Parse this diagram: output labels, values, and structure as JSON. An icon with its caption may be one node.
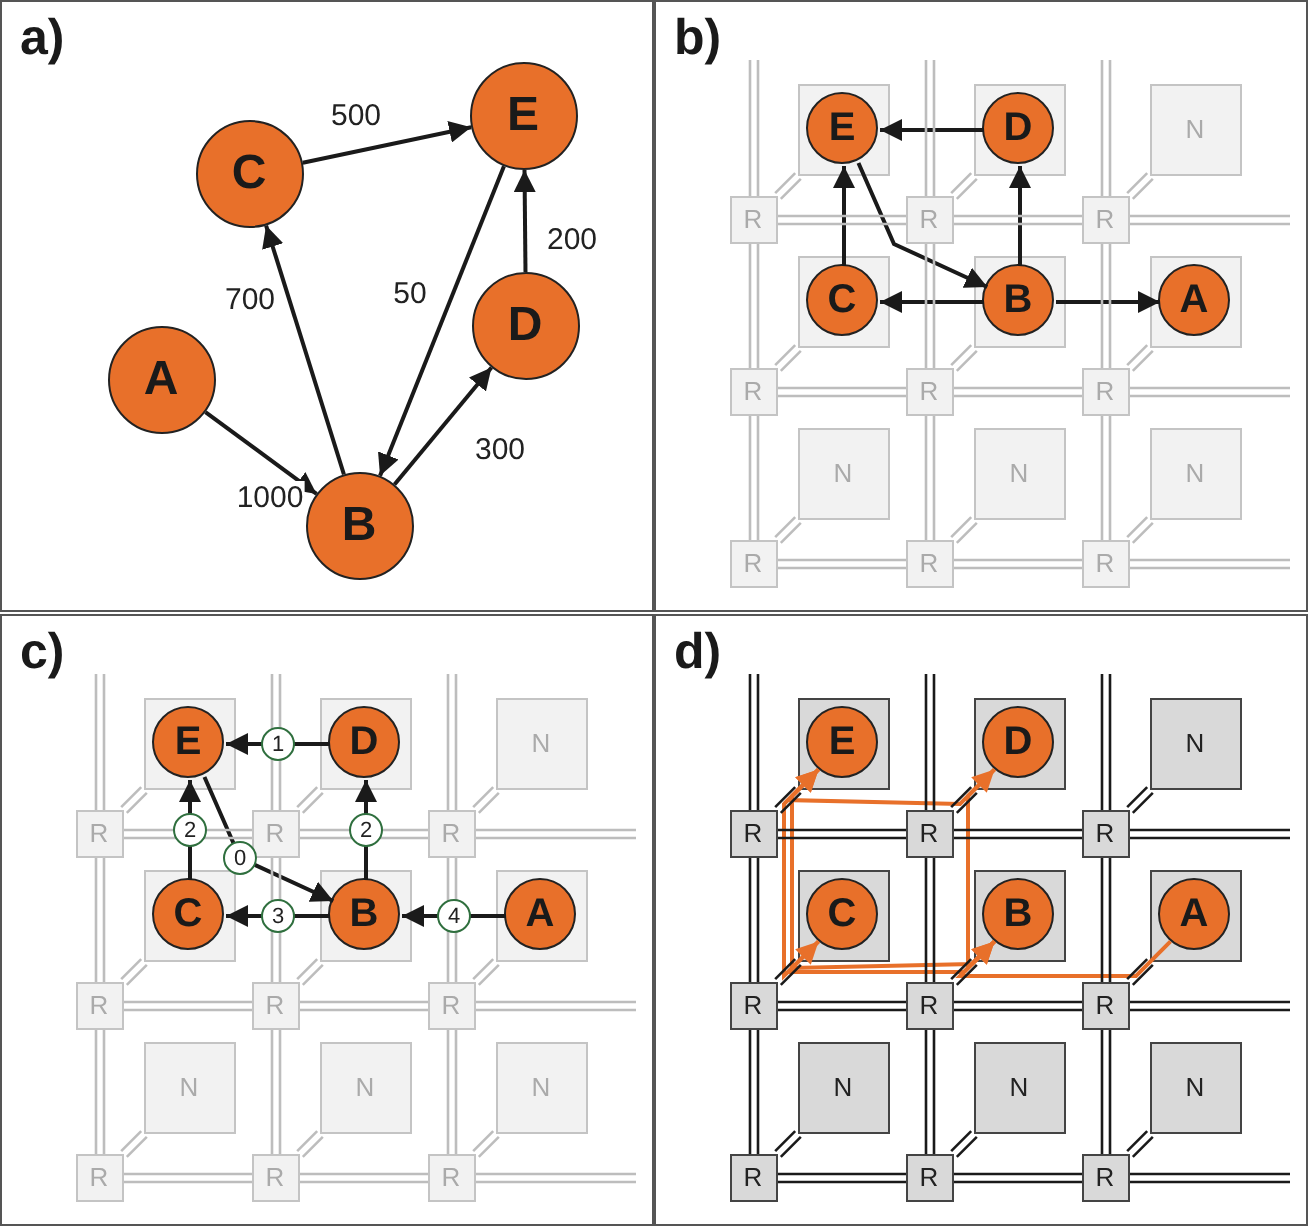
{
  "diagram": {
    "nodes": [
      {
        "text": [
          "a)"
        ]
      },
      {
        "text": [
          "A"
        ],
        "in": 0
      },
      {
        "text": [
          "B"
        ],
        "in": 0
      },
      {
        "text": [
          "C"
        ],
        "in": 0
      },
      {
        "text": [
          "D"
        ],
        "in": 0
      },
      {
        "text": [
          "E"
        ],
        "in": 0
      },
      {
        "text": [
          "b)"
        ]
      },
      {
        "text": [],
        "shape": "box",
        "in": 6
      },
      {
        "text": [
          "E"
        ],
        "in": 7
      },
      {
        "text": [],
        "shape": "box",
        "in": 6
      },
      {
        "text": [
          "D"
        ],
        "in": 9
      },
      {
        "text": [
          "N"
        ],
        "in": 6
      },
      {
        "text": [
          "R"
        ],
        "in": 6
      },
      {
        "text": [
          "R"
        ],
        "in": 6
      },
      {
        "text": [
          "R"
        ],
        "in": 6
      },
      {
        "text": [],
        "shape": "box",
        "in": 6
      },
      {
        "text": [
          "C"
        ],
        "in": 15
      },
      {
        "text": [],
        "shape": "box",
        "in": 6
      },
      {
        "text": [
          "B"
        ],
        "in": 17
      },
      {
        "text": [],
        "shape": "box",
        "in": 6
      },
      {
        "text": [
          "A"
        ],
        "in": 19
      },
      {
        "text": [
          "R"
        ],
        "in": 6
      },
      {
        "text": [
          "R"
        ],
        "in": 6
      },
      {
        "text": [
          "R"
        ],
        "in": 6
      },
      {
        "text": [
          "N"
        ],
        "in": 6
      },
      {
        "text": [
          "N"
        ],
        "in": 6
      },
      {
        "text": [
          "N"
        ],
        "in": 6
      },
      {
        "text": [
          "R"
        ],
        "in": 6
      },
      {
        "text": [
          "R"
        ],
        "in": 6
      },
      {
        "text": [
          "R"
        ],
        "in": 6
      },
      {
        "text": [
          "c)"
        ]
      },
      {
        "text": [],
        "shape": "box",
        "in": 30
      },
      {
        "text": [
          "E"
        ],
        "in": 31
      },
      {
        "text": [],
        "shape": "box",
        "in": 30
      },
      {
        "text": [
          "D"
        ],
        "in": 33
      },
      {
        "text": [
          "N"
        ],
        "in": 30
      },
      {
        "text": [
          "R"
        ],
        "in": 30
      },
      {
        "text": [
          "R"
        ],
        "in": 30
      },
      {
        "text": [
          "R"
        ],
        "in": 30
      },
      {
        "text": [],
        "shape": "box",
        "in": 30
      },
      {
        "text": [
          "C"
        ],
        "in": 39
      },
      {
        "text": [],
        "shape": "box",
        "in": 30
      },
      {
        "text": [
          "B"
        ],
        "in": 41
      },
      {
        "text": [],
        "shape": "box",
        "in": 30
      },
      {
        "text": [
          "A"
        ],
        "in": 43
      },
      {
        "text": [
          "R"
        ],
        "in": 30
      },
      {
        "text": [
          "R"
        ],
        "in": 30
      },
      {
        "text": [
          "R"
        ],
        "in": 30
      },
      {
        "text": [
          "N"
        ],
        "in": 30
      },
      {
        "text": [
          "N"
        ],
        "in": 30
      },
      {
        "text": [
          "N"
        ],
        "in": 30
      },
      {
        "text": [
          "R"
        ],
        "in": 30
      },
      {
        "text": [
          "R"
        ],
        "in": 30
      },
      {
        "text": [
          "R"
        ],
        "in": 30
      },
      {
        "text": [
          "d)"
        ]
      },
      {
        "text": [],
        "shape": "box",
        "in": 54
      },
      {
        "text": [
          "E"
        ],
        "in": 55
      },
      {
        "text": [],
        "shape": "box",
        "in": 54
      },
      {
        "text": [
          "D"
        ],
        "in": 57
      },
      {
        "text": [
          "N"
        ],
        "in": 54
      },
      {
        "text": [
          "R"
        ],
        "in": 54
      },
      {
        "text": [
          "R"
        ],
        "in": 54
      },
      {
        "text": [
          "R"
        ],
        "in": 54
      },
      {
        "text": [],
        "shape": "box",
        "in": 54
      },
      {
        "text": [
          "C"
        ],
        "in": 63
      },
      {
        "text": [],
        "shape": "box",
        "in": 54
      },
      {
        "text": [
          "B"
        ],
        "in": 65
      },
      {
        "text": [],
        "shape": "box",
        "in": 54
      },
      {
        "text": [
          "A"
        ],
        "in": 67
      },
      {
        "text": [
          "R"
        ],
        "in": 54
      },
      {
        "text": [
          "R"
        ],
        "in": 54
      },
      {
        "text": [
          "R"
        ],
        "in": 54
      },
      {
        "text": [
          "N"
        ],
        "in": 54
      },
      {
        "text": [
          "N"
        ],
        "in": 54
      },
      {
        "text": [
          "N"
        ],
        "in": 54
      },
      {
        "text": [
          "R"
        ],
        "in": 54
      },
      {
        "text": [
          "R"
        ],
        "in": 54
      },
      {
        "text": [
          "R"
        ],
        "in": 54
      }
    ],
    "edges": [
      {
        "from": 1,
        "to": 2,
        "arrow": "to",
        "label": "1000",
        "color": "#1a1a1a"
      },
      {
        "from": 2,
        "to": 3,
        "arrow": "to",
        "label": "700",
        "color": "#1a1a1a"
      },
      {
        "from": 3,
        "to": 5,
        "arrow": "to",
        "label": "500",
        "color": "#1a1a1a"
      },
      {
        "from": 5,
        "to": 2,
        "arrow": "to",
        "label": "50",
        "color": "#1a1a1a"
      },
      {
        "from": 2,
        "to": 4,
        "arrow": "to",
        "label": "300",
        "color": "#1a1a1a"
      },
      {
        "from": 4,
        "to": 5,
        "arrow": "to",
        "label": "200",
        "color": "#1a1a1a"
      },
      {
        "from": 10,
        "to": 8,
        "arrow": "to",
        "color": "#1a1a1a"
      },
      {
        "from": 16,
        "to": 8,
        "arrow": "to",
        "color": "#1a1a1a"
      },
      {
        "from": 8,
        "to": 18,
        "arrow": "to",
        "color": "#1a1a1a"
      },
      {
        "from": 18,
        "to": 10,
        "arrow": "to",
        "color": "#1a1a1a"
      },
      {
        "from": 18,
        "to": 16,
        "arrow": "to",
        "color": "#1a1a1a"
      },
      {
        "from": 18,
        "to": 20,
        "arrow": "to",
        "color": "#1a1a1a"
      },
      {
        "from": 7,
        "to": 12,
        "arrow": "none"
      },
      {
        "from": 9,
        "to": 13,
        "arrow": "none"
      },
      {
        "from": 11,
        "to": 14,
        "arrow": "none"
      },
      {
        "from": 15,
        "to": 21,
        "arrow": "none"
      },
      {
        "from": 17,
        "to": 22,
        "arrow": "none"
      },
      {
        "from": 19,
        "to": 23,
        "arrow": "none"
      },
      {
        "from": 24,
        "to": 27,
        "arrow": "none"
      },
      {
        "from": 25,
        "to": 28,
        "arrow": "none"
      },
      {
        "from": 26,
        "to": 29,
        "arrow": "none"
      },
      {
        "from": 12,
        "to": 13,
        "arrow": "none"
      },
      {
        "from": 13,
        "to": 14,
        "arrow": "none"
      },
      {
        "from": 14,
        "to": null,
        "arrow": "none"
      },
      {
        "from": 21,
        "to": 22,
        "arrow": "none"
      },
      {
        "from": 22,
        "to": 23,
        "arrow": "none"
      },
      {
        "from": 23,
        "to": null,
        "arrow": "none"
      },
      {
        "from": 27,
        "to": 28,
        "arrow": "none"
      },
      {
        "from": 28,
        "to": 29,
        "arrow": "none"
      },
      {
        "from": 29,
        "to": null,
        "arrow": "none"
      },
      {
        "from": 27,
        "to": 21,
        "arrow": "none"
      },
      {
        "from": 21,
        "to": 12,
        "arrow": "none"
      },
      {
        "from": 12,
        "to": null,
        "arrow": "none"
      },
      {
        "from": 28,
        "to": 22,
        "arrow": "none"
      },
      {
        "from": 22,
        "to": 13,
        "arrow": "none"
      },
      {
        "from": 13,
        "to": null,
        "arrow": "none"
      },
      {
        "from": 29,
        "to": 23,
        "arrow": "none"
      },
      {
        "from": 23,
        "to": 14,
        "arrow": "none"
      },
      {
        "from": 14,
        "to": null,
        "arrow": "none"
      },
      {
        "from": 34,
        "to": 32,
        "arrow": "to",
        "label": "1",
        "color": "#1a1a1a"
      },
      {
        "from": 40,
        "to": 32,
        "arrow": "to",
        "label": "2",
        "color": "#1a1a1a"
      },
      {
        "from": 32,
        "to": 42,
        "arrow": "to",
        "label": "0",
        "color": "#1a1a1a"
      },
      {
        "from": 42,
        "to": 34,
        "arrow": "to",
        "label": "2",
        "color": "#1a1a1a"
      },
      {
        "from": 42,
        "to": 40,
        "arrow": "to",
        "label": "3",
        "color": "#1a1a1a"
      },
      {
        "from": 44,
        "to": 42,
        "arrow": "to",
        "label": "4",
        "color": "#1a1a1a"
      },
      {
        "from": 31,
        "to": 36,
        "arrow": "none"
      },
      {
        "from": 33,
        "to": 37,
        "arrow": "none"
      },
      {
        "from": 35,
        "to": 38,
        "arrow": "none"
      },
      {
        "from": 39,
        "to": 45,
        "arrow": "none"
      },
      {
        "from": 41,
        "to": 46,
        "arrow": "none"
      },
      {
        "from": 43,
        "to": 47,
        "arrow": "none"
      },
      {
        "from": 48,
        "to": 51,
        "arrow": "none"
      },
      {
        "from": 49,
        "to": 52,
        "arrow": "none"
      },
      {
        "from": 50,
        "to": 53,
        "arrow": "none"
      },
      {
        "from": 36,
        "to": 37,
        "arrow": "none"
      },
      {
        "from": 37,
        "to": 38,
        "arrow": "none"
      },
      {
        "from": 38,
        "to": null,
        "arrow": "none"
      },
      {
        "from": 45,
        "to": 46,
        "arrow": "none"
      },
      {
        "from": 46,
        "to": 47,
        "arrow": "none"
      },
      {
        "from": 47,
        "to": null,
        "arrow": "none"
      },
      {
        "from": 51,
        "to": 52,
        "arrow": "none"
      },
      {
        "from": 52,
        "to": 53,
        "arrow": "none"
      },
      {
        "from": 53,
        "to": null,
        "arrow": "none"
      },
      {
        "from": 51,
        "to": 45,
        "arrow": "none"
      },
      {
        "from": 45,
        "to": 36,
        "arrow": "none"
      },
      {
        "from": 36,
        "to": null,
        "arrow": "none"
      },
      {
        "from": 52,
        "to": 46,
        "arrow": "none"
      },
      {
        "from": 46,
        "to": 37,
        "arrow": "none"
      },
      {
        "from": 37,
        "to": null,
        "arrow": "none"
      },
      {
        "from": 53,
        "to": 47,
        "arrow": "none"
      },
      {
        "from": 47,
        "to": 38,
        "arrow": "none"
      },
      {
        "from": 38,
        "to": null,
        "arrow": "none"
      },
      {
        "from": 68,
        "to": 66,
        "arrow": "to",
        "color": "#e8702a"
      },
      {
        "from": 66,
        "to": 64,
        "arrow": "to",
        "color": "#e8702a"
      },
      {
        "from": 66,
        "to": 58,
        "arrow": "to",
        "color": "#e8702a"
      },
      {
        "from": 64,
        "to": 56,
        "arrow": "to",
        "color": "#e8702a"
      },
      {
        "from": 58,
        "to": 56,
        "arrow": "to",
        "color": "#e8702a"
      },
      {
        "from": 56,
        "to": 66,
        "arrow": "to",
        "color": "#e8702a"
      },
      {
        "from": 55,
        "to": 60,
        "arrow": "none",
        "color": "#1a1a1a"
      },
      {
        "from": 57,
        "to": 61,
        "arrow": "none",
        "color": "#1a1a1a"
      },
      {
        "from": 59,
        "to": 62,
        "arrow": "none",
        "color": "#1a1a1a"
      },
      {
        "from": 63,
        "to": 69,
        "arrow": "none",
        "color": "#1a1a1a"
      },
      {
        "from": 65,
        "to": 70,
        "arrow": "none",
        "color": "#1a1a1a"
      },
      {
        "from": 67,
        "to": 71,
        "arrow": "none",
        "color": "#1a1a1a"
      },
      {
        "from": 72,
        "to": 75,
        "arrow": "none",
        "color": "#1a1a1a"
      },
      {
        "from": 73,
        "to": 76,
        "arrow": "none",
        "color": "#1a1a1a"
      },
      {
        "from": 74,
        "to": 77,
        "arrow": "none",
        "color": "#1a1a1a"
      },
      {
        "from": 60,
        "to": 61,
        "arrow": "none",
        "color": "#1a1a1a"
      },
      {
        "from": 61,
        "to": 62,
        "arrow": "none",
        "color": "#1a1a1a"
      },
      {
        "from": 62,
        "to": null,
        "arrow": "none",
        "color": "#1a1a1a"
      },
      {
        "from": 69,
        "to": 70,
        "arrow": "none",
        "color": "#1a1a1a"
      },
      {
        "from": 70,
        "to": 71,
        "arrow": "none",
        "color": "#1a1a1a"
      },
      {
        "from": 71,
        "to": null,
        "arrow": "none",
        "color": "#1a1a1a"
      },
      {
        "from": 75,
        "to": 76,
        "arrow": "none",
        "color": "#1a1a1a"
      },
      {
        "from": 76,
        "to": 77,
        "arrow": "none",
        "color": "#1a1a1a"
      },
      {
        "from": 77,
        "to": null,
        "arrow": "none",
        "color": "#1a1a1a"
      },
      {
        "from": 75,
        "to": 69,
        "arrow": "none",
        "color": "#1a1a1a"
      },
      {
        "from": 69,
        "to": 60,
        "arrow": "none",
        "color": "#1a1a1a"
      },
      {
        "from": 60,
        "to": null,
        "arrow": "none",
        "color": "#1a1a1a"
      },
      {
        "from": 76,
        "to": 70,
        "arrow": "none",
        "color": "#1a1a1a"
      },
      {
        "from": 70,
        "to": 61,
        "arrow": "none",
        "color": "#1a1a1a"
      },
      {
        "from": 61,
        "to": null,
        "arrow": "none",
        "color": "#1a1a1a"
      },
      {
        "from": 77,
        "to": 71,
        "arrow": "none",
        "color": "#1a1a1a"
      },
      {
        "from": 71,
        "to": 62,
        "arrow": "none",
        "color": "#1a1a1a"
      },
      {
        "from": 62,
        "to": null,
        "arrow": "none",
        "color": "#1a1a1a"
      }
    ]
  }
}
